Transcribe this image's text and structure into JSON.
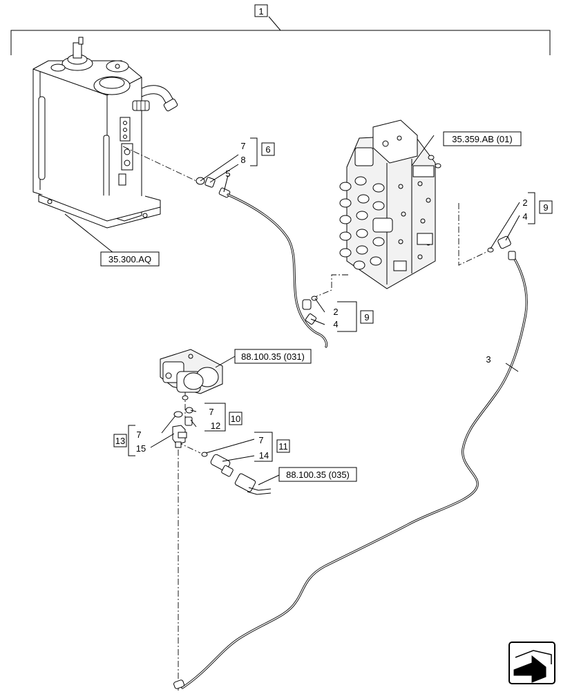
{
  "assembly": {
    "item": "1"
  },
  "references": {
    "tank": "35.300.AQ",
    "control_valve": "35.359.AB (01)",
    "solenoid_valve": "88.100.35 (031)",
    "pressure_switch": "88.100.35 (035)"
  },
  "groups": {
    "g6": {
      "box": "6",
      "top": "7",
      "bottom": "8"
    },
    "g9a": {
      "box": "9",
      "top": "2",
      "bottom": "4"
    },
    "g9b": {
      "box": "9",
      "top": "2",
      "bottom": "4"
    },
    "g10": {
      "box": "10",
      "top": "7",
      "bottom": "12"
    },
    "g11": {
      "box": "11",
      "top": "7",
      "bottom": "14"
    },
    "g13": {
      "box": "13",
      "top": "7",
      "bottom": "15"
    }
  },
  "labels": {
    "hose_5": "5",
    "hose_3": "3"
  },
  "icons": {
    "nav": "arrow-left-icon"
  }
}
